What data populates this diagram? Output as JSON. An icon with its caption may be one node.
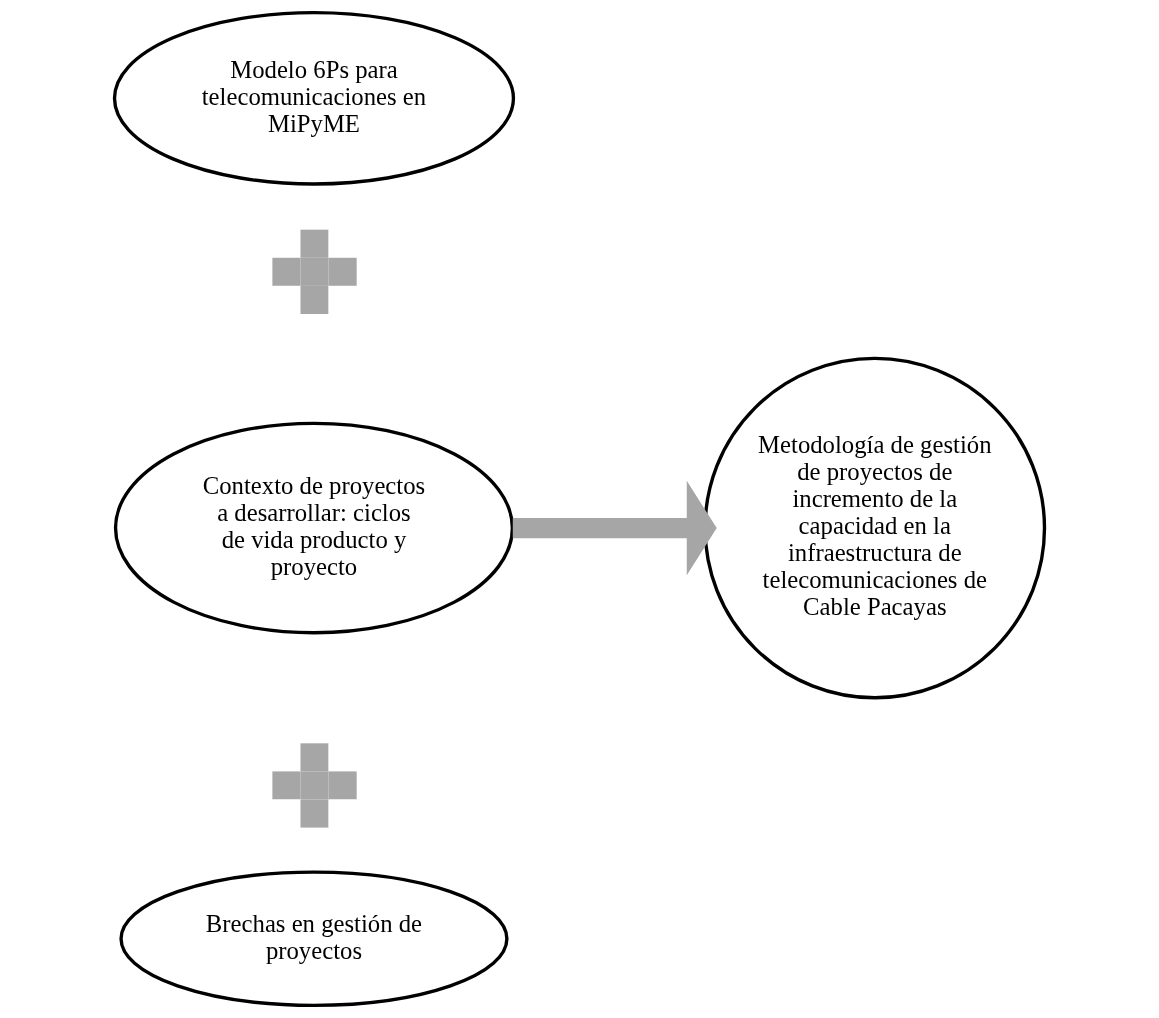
{
  "diagram": {
    "nodes": [
      {
        "text": [
          "Modelo 6Ps para telecomunicaciones en MiPyME"
        ]
      },
      {
        "text": [],
        "shape": "plus"
      },
      {
        "text": [
          "Contexto de proyectos a desarrollar: ciclos de vida producto y proyecto"
        ]
      },
      {
        "text": [
          "Metodología de gestión de proyectos de incremento de la capacidad en la infraestructura de telecomunicaciones de Cable Pacayas"
        ]
      },
      {
        "text": [],
        "shape": "plus"
      },
      {
        "text": [
          "Brechas en gestión de proyectos"
        ]
      }
    ],
    "edges": [
      {
        "from": 2,
        "to": 3,
        "arrow": "to",
        "color": "#a6a6a6"
      }
    ]
  }
}
